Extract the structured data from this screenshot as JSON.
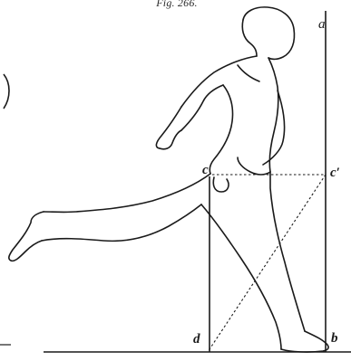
{
  "figure": {
    "caption": "Fig. 266.",
    "points": {
      "a": "a",
      "c": "c",
      "c_prime": "c′",
      "d": "d",
      "b": "b"
    }
  },
  "colors": {
    "ink": "#1a1a1a",
    "paper": "#ffffff"
  }
}
